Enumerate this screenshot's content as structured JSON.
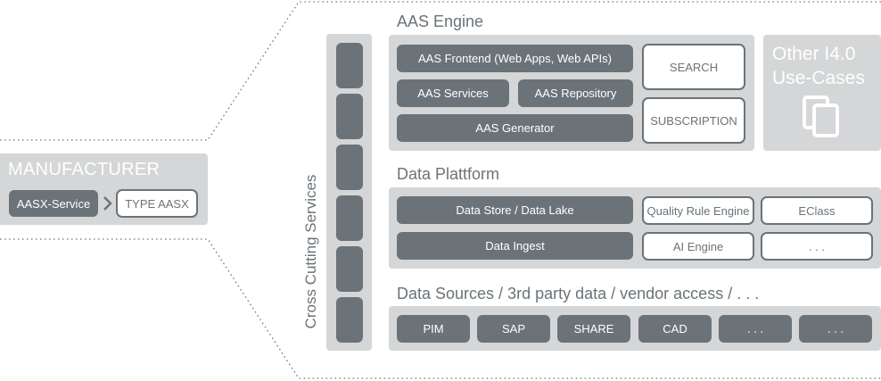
{
  "manufacturer": {
    "title": "MANUFACTURER",
    "service": "AASX-Service",
    "chevron": "chevron-right-icon",
    "type": "TYPE AASX"
  },
  "cross_cutting": {
    "label": "Cross Cutting Services"
  },
  "aas_engine": {
    "title": "AAS Engine",
    "frontend": "AAS Frontend (Web Apps, Web APIs)",
    "services": "AAS Services",
    "repository": "AAS Repository",
    "generator": "AAS Generator",
    "search": "SEARCH",
    "subscription": "SUBSCRIPTION"
  },
  "other": {
    "title_line1": "Other I4.0",
    "title_line2": "Use-Cases",
    "icon": "copy-icon"
  },
  "data_platform": {
    "title": "Data Plattform",
    "store": "Data Store / Data Lake",
    "ingest": "Data Ingest",
    "quality": "Quality Rule Engine",
    "eclass": "EClass",
    "ai": "AI Engine",
    "more": ". . ."
  },
  "data_sources": {
    "title": "Data Sources / 3rd party data / vendor access / . . .",
    "items": [
      "PIM",
      "SAP",
      "SHARE",
      "CAD",
      ". . .",
      ". . ."
    ]
  },
  "colors": {
    "dark": "#6b7378",
    "panel": "#d4d6d7",
    "text": "#6b7378"
  }
}
